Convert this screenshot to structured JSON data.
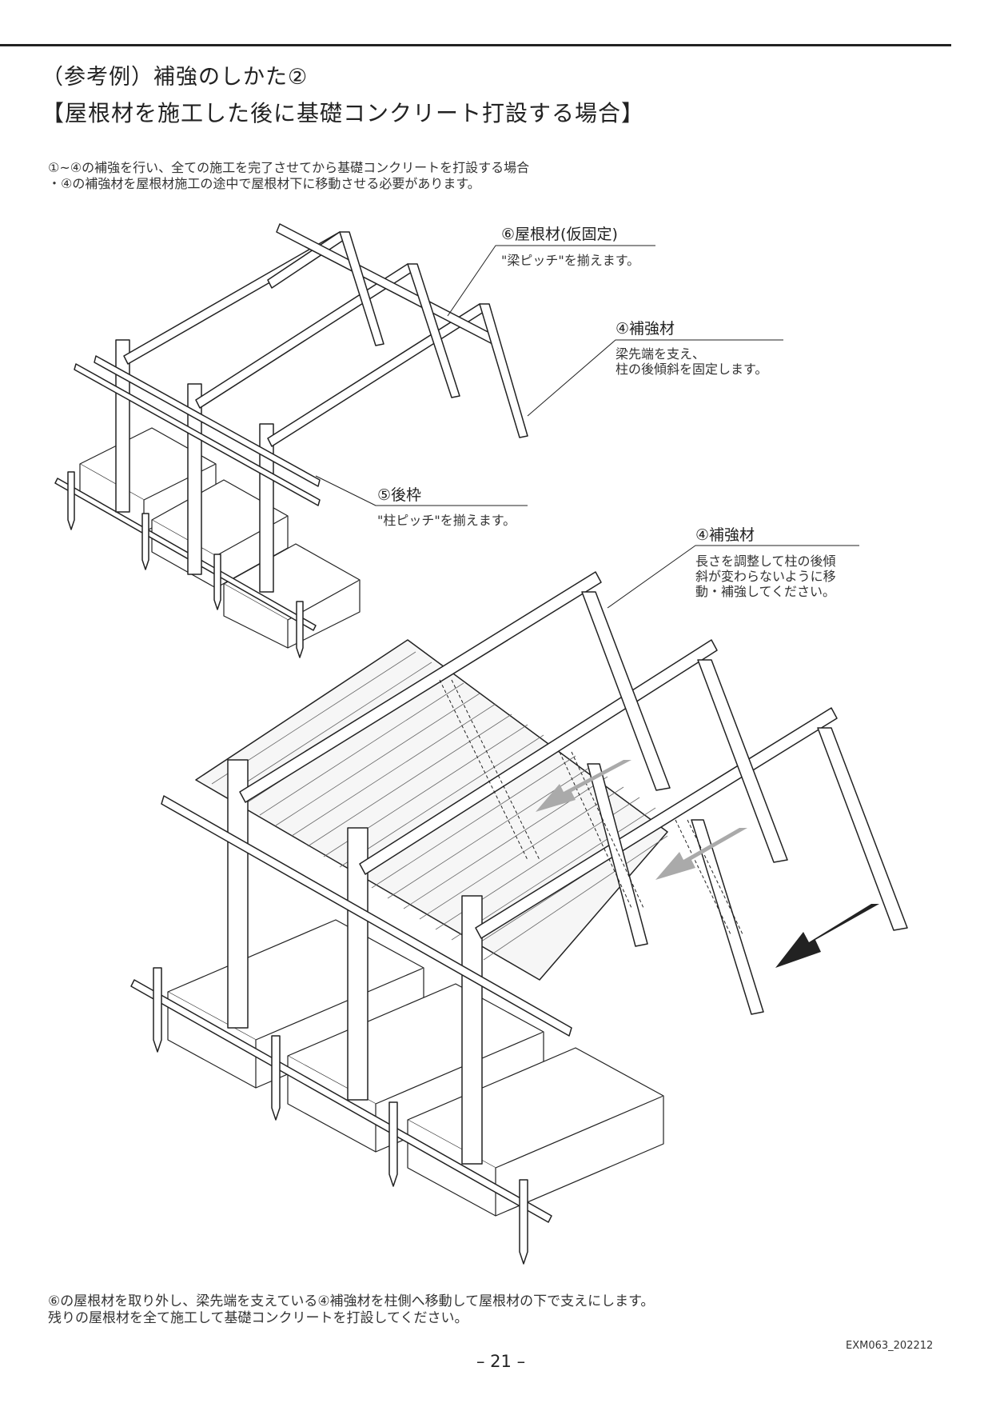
{
  "heading": {
    "title": "（参考例）補強のしかた②",
    "subtitle": "【屋根材を施工した後に基礎コンクリート打設する場合】"
  },
  "intro": [
    "①~④の補強を行い、全ての施工を完了させてから基礎コンクリートを打設する場合",
    "・④の補強材を屋根材施工の途中で屋根材下に移動させる必要があります。"
  ],
  "callouts": {
    "roof": {
      "label": "⑥屋根材(仮固定)",
      "note": [
        "\"梁ピッチ\"を揃えます。"
      ]
    },
    "brace_top": {
      "label": "④補強材",
      "note": [
        "梁先端を支え、",
        "柱の後傾斜を固定します。"
      ]
    },
    "rear_frame": {
      "label": "⑤後枠",
      "note": [
        "\"柱ピッチ\"を揃えます。"
      ]
    },
    "brace_bottom": {
      "label": "④補強材",
      "note": [
        "長さを調整して柱の後傾",
        "斜が変わらないように移",
        "動・補強してください。"
      ]
    }
  },
  "footer": [
    "⑥の屋根材を取り外し、梁先端を支えている④補強材を柱側へ移動して屋根材の下で支えにします。",
    "残りの屋根材を全て施工して基礎コンクリートを打設してください。"
  ],
  "page_number": "– 21 –",
  "doc_code": "EXM063_202212"
}
